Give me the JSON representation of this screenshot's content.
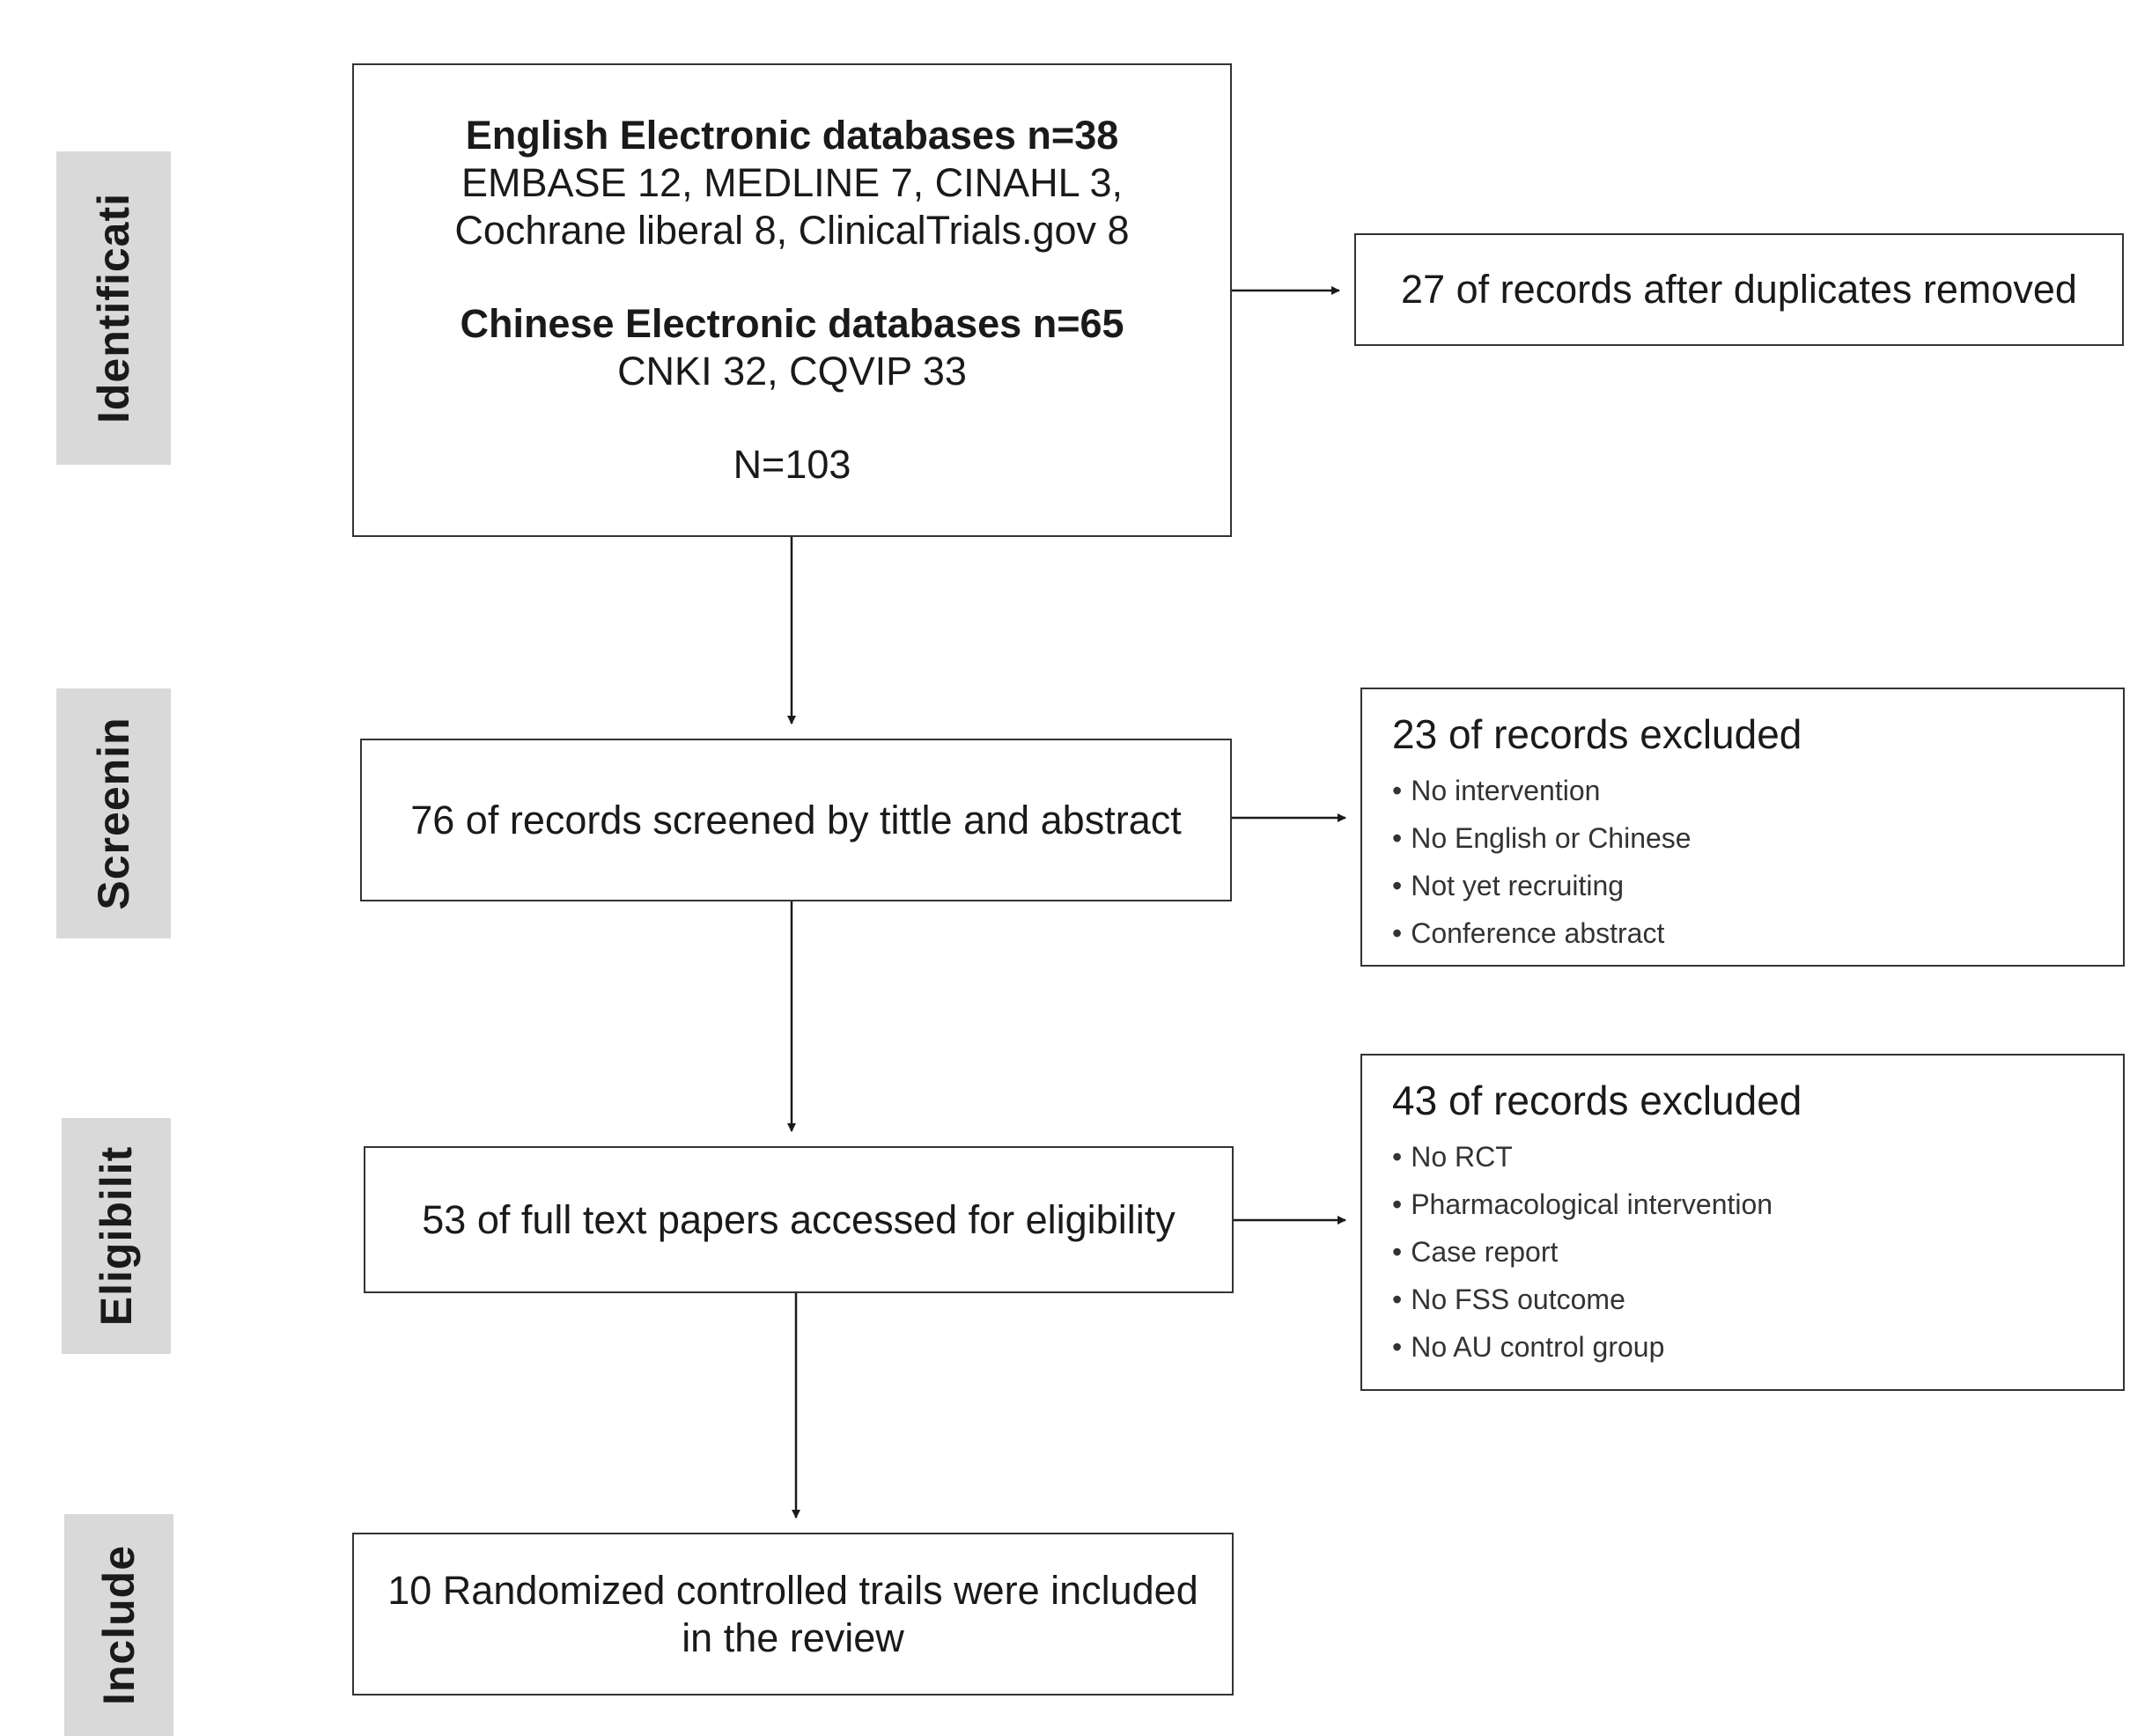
{
  "stages": {
    "identification": "Identificati",
    "screening": "Screenin",
    "eligibility": "Eligibilit",
    "included": "Include"
  },
  "identification_box": {
    "english_header": "English Electronic databases n=38",
    "english_line1": "EMBASE 12, MEDLINE 7, CINAHL 3,",
    "english_line2": "Cochrane liberal 8, ClinicalTrials.gov 8",
    "chinese_header": "Chinese Electronic databases n=65",
    "chinese_line1": "CNKI 32, CQVIP 33",
    "total": "N=103"
  },
  "duplicates_box": "27 of records after duplicates removed",
  "screening_box": "76 of records screened by tittle and abstract",
  "screening_exclusion": {
    "header": "23 of records excluded",
    "items": [
      "No intervention",
      "No English or Chinese",
      "Not yet recruiting",
      "Conference abstract"
    ]
  },
  "eligibility_box": "53 of full text papers accessed for eligibility",
  "eligibility_exclusion": {
    "header": "43 of records excluded",
    "items": [
      "No RCT",
      "Pharmacological intervention",
      "Case report",
      "No FSS outcome",
      "No AU control group"
    ]
  },
  "included_box": {
    "line1": "10 Randomized controlled trails were included",
    "line2": "in the review"
  }
}
